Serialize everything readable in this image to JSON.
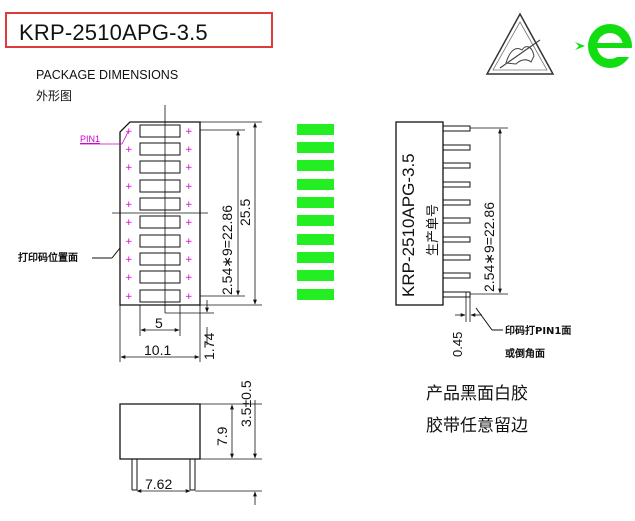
{
  "title": "KRP-2510APG-3.5",
  "package": {
    "label": "PACKAGE DIMENSIONS",
    "sub_label": "外形图"
  },
  "front_view": {
    "pin1_label": "PIN1",
    "print_side_label": "打印码位置面",
    "dim_pitch": "2.54∗9=22.86",
    "dim_length": "25.5",
    "dim_segment_width": "5",
    "dim_body_width": "10.1",
    "dim_pin_offset": "1.74"
  },
  "side_view": {
    "vertical_label": "KRP-2510APG-3.5",
    "production_label": "生产单号",
    "dim_pitch": "2.54∗9=22.86",
    "dim_pin": "0.45",
    "note_line1": "印码打PIN1面",
    "note_line2": "或倒角面"
  },
  "bottom_view": {
    "dim_height": "7.9",
    "dim_pin_length": "3.5±0.5",
    "dim_pin_spacing": "7.62"
  },
  "remarks": {
    "line1": "产品黑面白胶",
    "line2": "胶带任意留边"
  },
  "icons": {
    "esd": "esd-warning-icon",
    "rohs": "rohs-e-icon"
  },
  "colors": {
    "title_border": "#e03a3a",
    "segment_green": "#22ee22",
    "pin1_magenta": "#cc00cc",
    "line": "#111111",
    "rohs_green": "#11dd11"
  }
}
